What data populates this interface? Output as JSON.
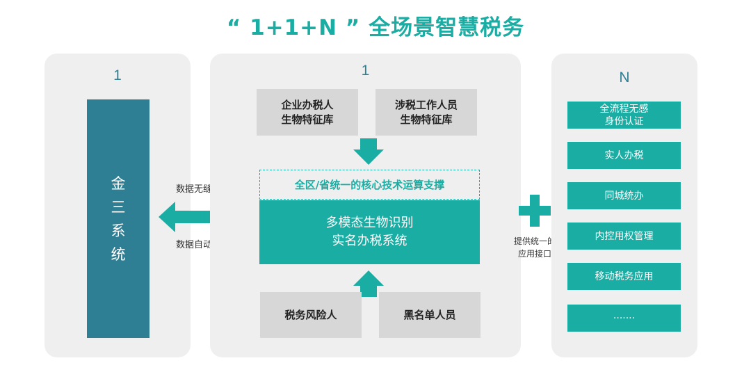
{
  "title": "“ 1+1+N ” 全场景智慧税务",
  "colors": {
    "teal": "#19ada3",
    "dark_teal": "#2e7f93",
    "panel_bg": "#efefef",
    "gray_box": "#d7d7d7"
  },
  "left_panel": {
    "number": "1",
    "chars": [
      "金",
      "三",
      "系",
      "统"
    ]
  },
  "connector": {
    "top_label": "数据无缝对接",
    "bottom_label": "数据自动反写"
  },
  "center_panel": {
    "number": "1",
    "top_boxes": [
      {
        "line1": "企业办税人",
        "line2": "生物特征库"
      },
      {
        "line1": "涉税工作人员",
        "line2": "生物特征库"
      }
    ],
    "support_label": "全区/省统一的核心技术运算支撑",
    "core_line1": "多模态生物识别",
    "core_line2": "实名办税系统",
    "bottom_boxes": [
      "税务风险人",
      "黑名单人员"
    ]
  },
  "plus_connector": {
    "label_line1": "提供统一的",
    "label_line2": "应用接口"
  },
  "right_panel": {
    "number": "N",
    "items": [
      {
        "line1": "全流程无感",
        "line2": "身份认证"
      },
      {
        "line1": "实人办税",
        "line2": ""
      },
      {
        "line1": "同城统办",
        "line2": ""
      },
      {
        "line1": "内控用权管理",
        "line2": ""
      },
      {
        "line1": "移动税务应用",
        "line2": ""
      },
      {
        "line1": "·······",
        "line2": ""
      }
    ]
  }
}
